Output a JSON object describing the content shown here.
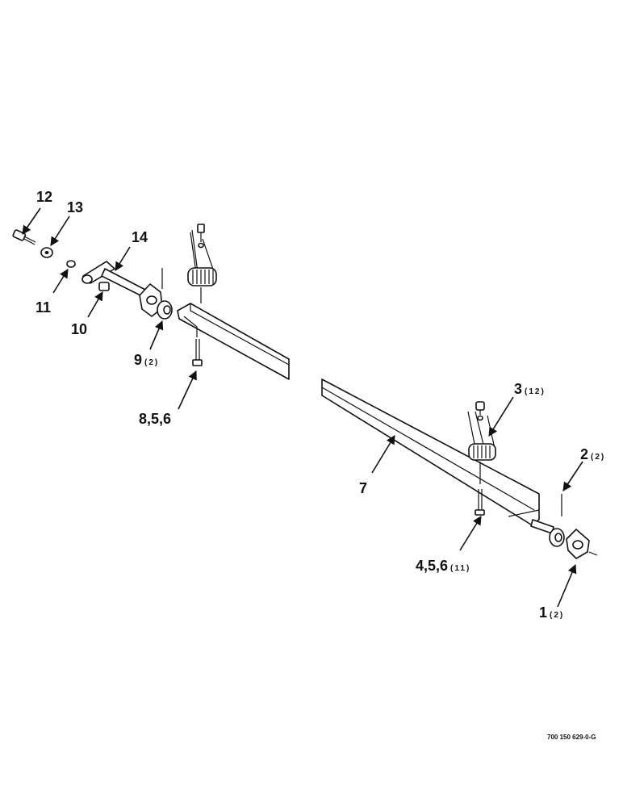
{
  "callouts": {
    "c12": {
      "num": "12",
      "qty": ""
    },
    "c13": {
      "num": "13",
      "qty": ""
    },
    "c14": {
      "num": "14",
      "qty": ""
    },
    "c11": {
      "num": "11",
      "qty": ""
    },
    "c10": {
      "num": "10",
      "qty": ""
    },
    "c9": {
      "num": "9",
      "qty": "(2)"
    },
    "c856": {
      "num": "8,5,6",
      "qty": ""
    },
    "c3": {
      "num": "3",
      "qty": "(12)"
    },
    "c7": {
      "num": "7",
      "qty": ""
    },
    "c2": {
      "num": "2",
      "qty": "(2)"
    },
    "c456": {
      "num": "4,5,6",
      "qty": "(11)"
    },
    "c1": {
      "num": "1",
      "qty": "(2)"
    }
  },
  "reference_number": "700 150 629-0-G"
}
